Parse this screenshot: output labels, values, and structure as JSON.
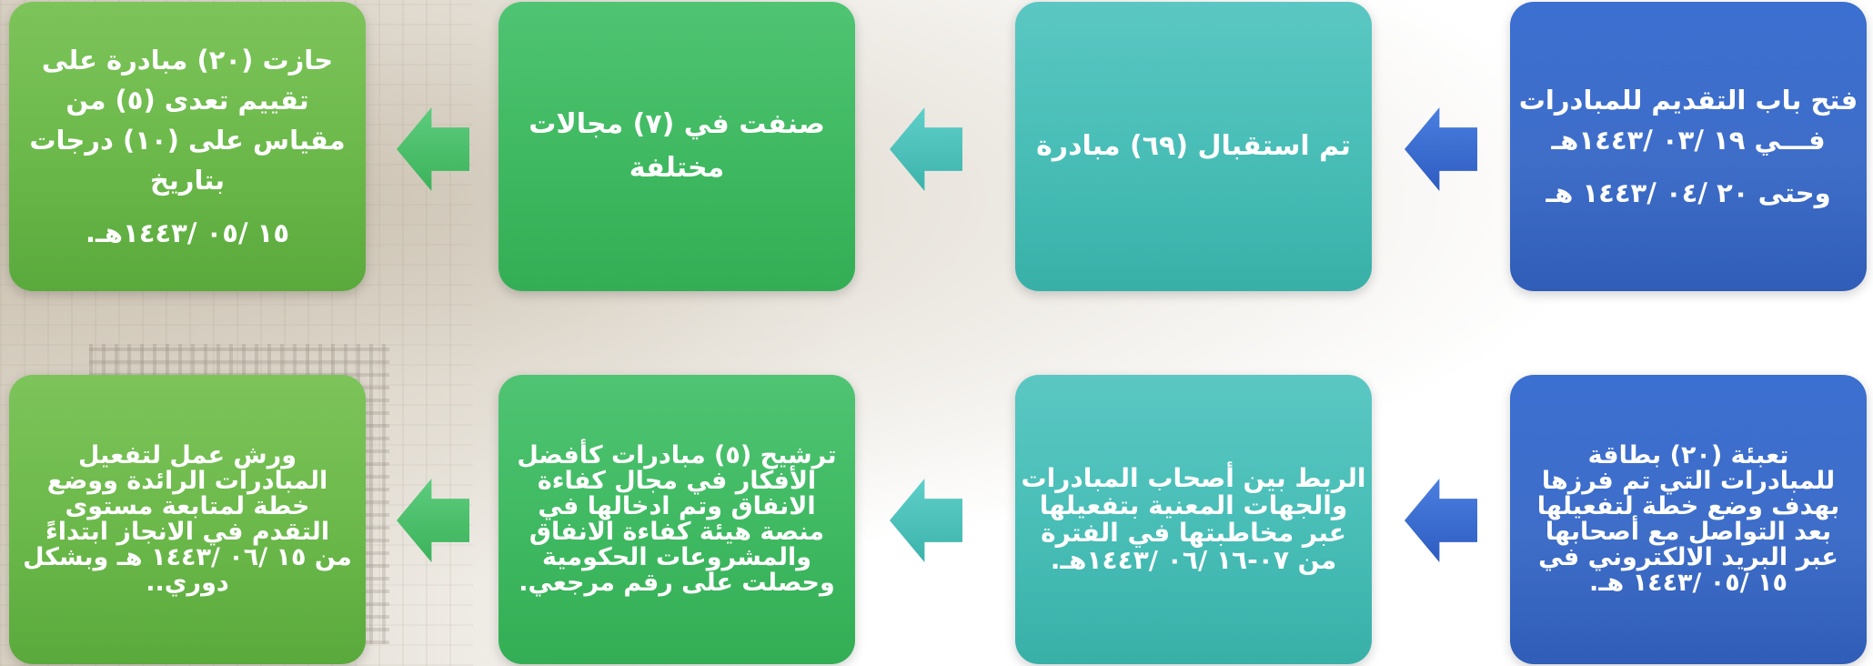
{
  "colors": {
    "blue": "#3f6ec9",
    "teal": "#47bdb6",
    "green": "#3fb961",
    "lime": "#6bb84a"
  },
  "row1": {
    "step1": {
      "lines": [
        "فتح باب التقديم للمبادرات",
        "فـــي ١٩ /٠٣ /١٤٤٣هـ",
        "وحتى ٢٠ /٠٤ /١٤٤٣ هـ"
      ]
    },
    "step2": {
      "lines": [
        "تم استقبال (٦٩) مبادرة"
      ]
    },
    "step3": {
      "lines": [
        "صنفت في (٧) مجالات",
        "مختلفة"
      ]
    },
    "step4": {
      "lines": [
        "حازت (٢٠) مبادرة على",
        "تقييم تعدى (٥) من",
        "مقياس على (١٠) درجات",
        "بتاريخ",
        "١٥ /٠٥ /١٤٤٣هـ."
      ]
    }
  },
  "row2": {
    "step1": {
      "lines": [
        "تعبئة (٢٠) بطاقة",
        "للمبادرات التي تم فرزها",
        "بهدف وضع خطة لتفعيلها",
        "بعد التواصل مع أصحابها",
        "عبر البريد الالكتروني في",
        "١٥ /٠٥ /١٤٤٣ هـ."
      ]
    },
    "step2": {
      "lines": [
        "الربط بين أصحاب المبادرات",
        "والجهات المعنية بتفعيلها",
        "عبر مخاطبتها في الفترة",
        "من ٠٧-١٦ /٠٦ /١٤٤٣هـ."
      ]
    },
    "step3": {
      "lines": [
        "ترشيح (٥) مبادرات كأفضل",
        "الأفكار في مجال كفاءة",
        "الانفاق وتم ادخالها في",
        "منصة هيئة كفاءة الانفاق",
        "والمشروعات الحكومية",
        "وحصلت على رقم مرجعي."
      ]
    },
    "step4": {
      "lines": [
        "ورش عمل لتفعيل",
        "المبادرات الرائدة ووضع",
        "خطة لمتابعة مستوى",
        "التقدم في الانجاز ابتداءً",
        "من ١٥ /٠٦ /١٤٤٣ هـ وبشكل",
        "دوري.."
      ]
    }
  }
}
